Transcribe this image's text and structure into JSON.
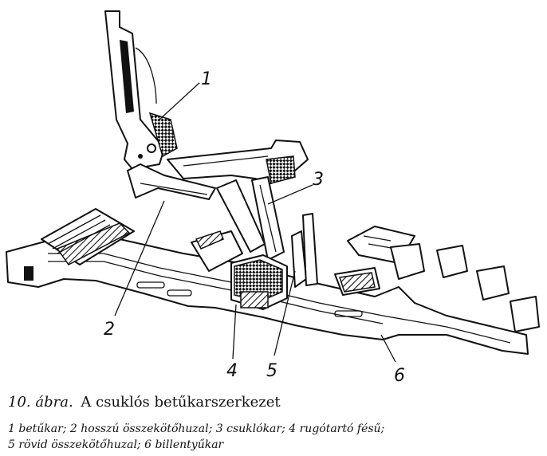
{
  "caption": {
    "number": "10.",
    "word": "ábra.",
    "title": "A csuklós betűkarszerkezet"
  },
  "legend": {
    "line1": "1 betűkar; 2 hosszú összekötőhuzal; 3 csuklókar; 4 rugótartó fésű;",
    "line2": "5 rövid összekötőhuzal; 6 billentyűkar"
  },
  "labels": {
    "l1": "1",
    "l2": "2",
    "l3": "3",
    "l4": "4",
    "l5": "5",
    "l6": "6"
  }
}
